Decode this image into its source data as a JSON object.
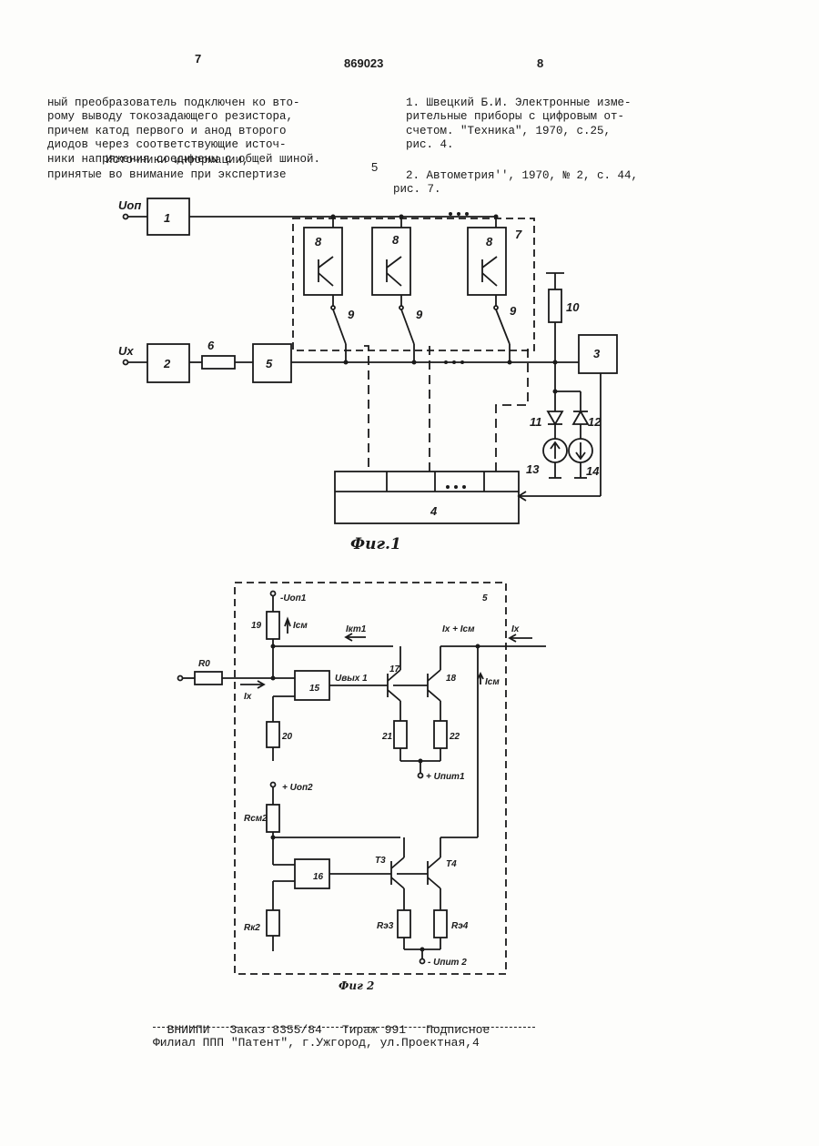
{
  "header": {
    "page_left": "7",
    "patent_number": "869023",
    "page_right": "8"
  },
  "left_column": {
    "lines": [
      "ный преобразователь подключен ко вто-",
      "рому выводу токозадающего резистора,",
      "причем катод первого и анод второго",
      "диодов через соответствующие источ-",
      "ники напряжения соединены с общей шиной."
    ],
    "sources_title": "Источники информации,",
    "sources_subtitle": "принятые во внимание при экспертизе"
  },
  "line_marker": "5",
  "right_column": {
    "ref1": [
      "1. Швецкий Б.И. Электронные изме-",
      "рительные приборы с цифровым от-",
      "счетом. \"Техника\", 1970, с.25,",
      "рис. 4."
    ],
    "ref2": [
      "2. Автометрия'', 1970, № 2, с. 44,",
      "рис. 7."
    ]
  },
  "figure1": {
    "caption": "Фиг.1",
    "labels": {
      "u_op": "Uоп",
      "u_x": "Uх",
      "b1": "1",
      "b2": "2",
      "b3": "3",
      "b4": "4",
      "b5": "5",
      "r6": "6",
      "grp7": "7",
      "t8": "8",
      "sw9": "9",
      "r10": "10",
      "d11": "11",
      "d12": "12",
      "s13": "13",
      "s14": "14"
    }
  },
  "figure2": {
    "caption": "Фиг 2",
    "labels": {
      "block_id": "5",
      "u_op1": "-Uоп1",
      "i_cm": "Iсм",
      "r19": "19",
      "i_kt1": "Iкт1",
      "ix_icm": "Iх + Iсм",
      "ix": "Iх",
      "r0": "R0",
      "ix_in": "Iх",
      "oa15": "15",
      "u_vyx": "Uвых 1",
      "t17": "17",
      "t18": "18",
      "i_cm2": "Iсм",
      "r20": "20",
      "r21": "21",
      "r22": "22",
      "u_pit1": "+ Uпит1",
      "u_op2": "+ Uоп2",
      "r_cm2": "Rсм2",
      "oa16": "16",
      "t3": "Т3",
      "t4": "Т4",
      "r_k2": "Rк2",
      "r_e3": "Rэ3",
      "r_e4": "Rэ4",
      "u_pit2": "- Uпит 2"
    }
  },
  "footer": {
    "org": "ВНИИПИ",
    "order": "Заказ 8355/84",
    "run": "Тираж 991",
    "type": "Подписное",
    "branch": "Филиал ППП \"Патент\", г.Ужгород, ул.Проектная,4"
  }
}
